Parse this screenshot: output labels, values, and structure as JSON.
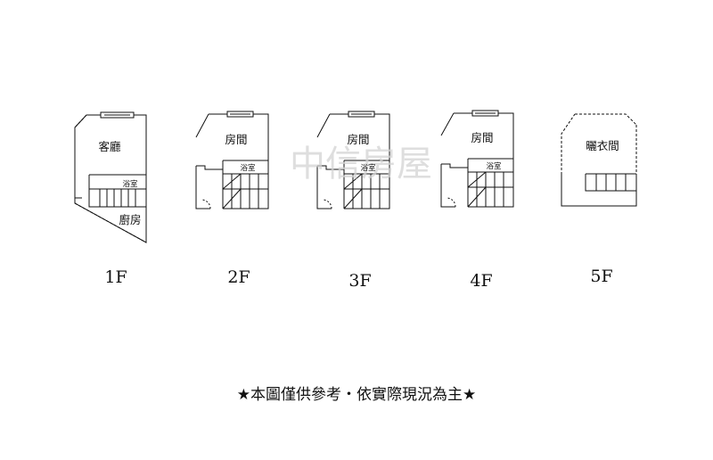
{
  "floors": [
    {
      "floor": "1F",
      "rooms": {
        "main": "客廳",
        "bath": "浴室",
        "kitchen": "廚房"
      }
    },
    {
      "floor": "2F",
      "rooms": {
        "main": "房間",
        "bath": "浴室"
      }
    },
    {
      "floor": "3F",
      "rooms": {
        "main": "房間",
        "bath": "浴室"
      }
    },
    {
      "floor": "4F",
      "rooms": {
        "main": "房間",
        "bath": "浴室"
      }
    },
    {
      "floor": "5F",
      "rooms": {
        "main": "曬衣間"
      }
    }
  ],
  "watermark": "中信房屋",
  "note": "★本圖僅供參考・依實際現況為主★"
}
